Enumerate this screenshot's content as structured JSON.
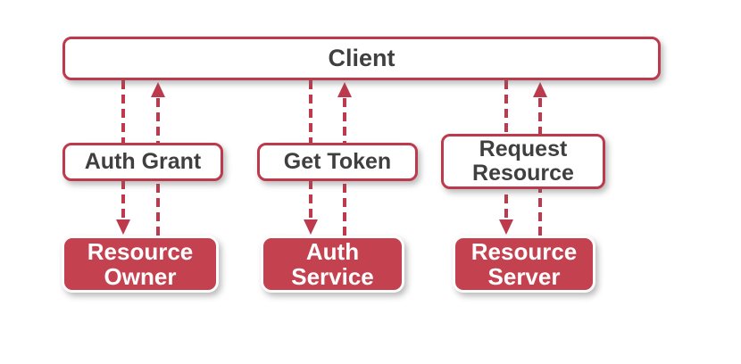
{
  "client": {
    "label": "Client"
  },
  "flows": [
    {
      "label": "Auth Grant",
      "target": "Resource\nOwner"
    },
    {
      "label": "Get Token",
      "target": "Auth\nService"
    },
    {
      "label": "Request\nResource",
      "target": "Resource\nServer"
    }
  ],
  "colors": {
    "accent_red": "#BC3A4C",
    "box_fill_red": "#C4414F",
    "text_dark": "#3F3F3F",
    "text_light": "#FFFFFF"
  }
}
